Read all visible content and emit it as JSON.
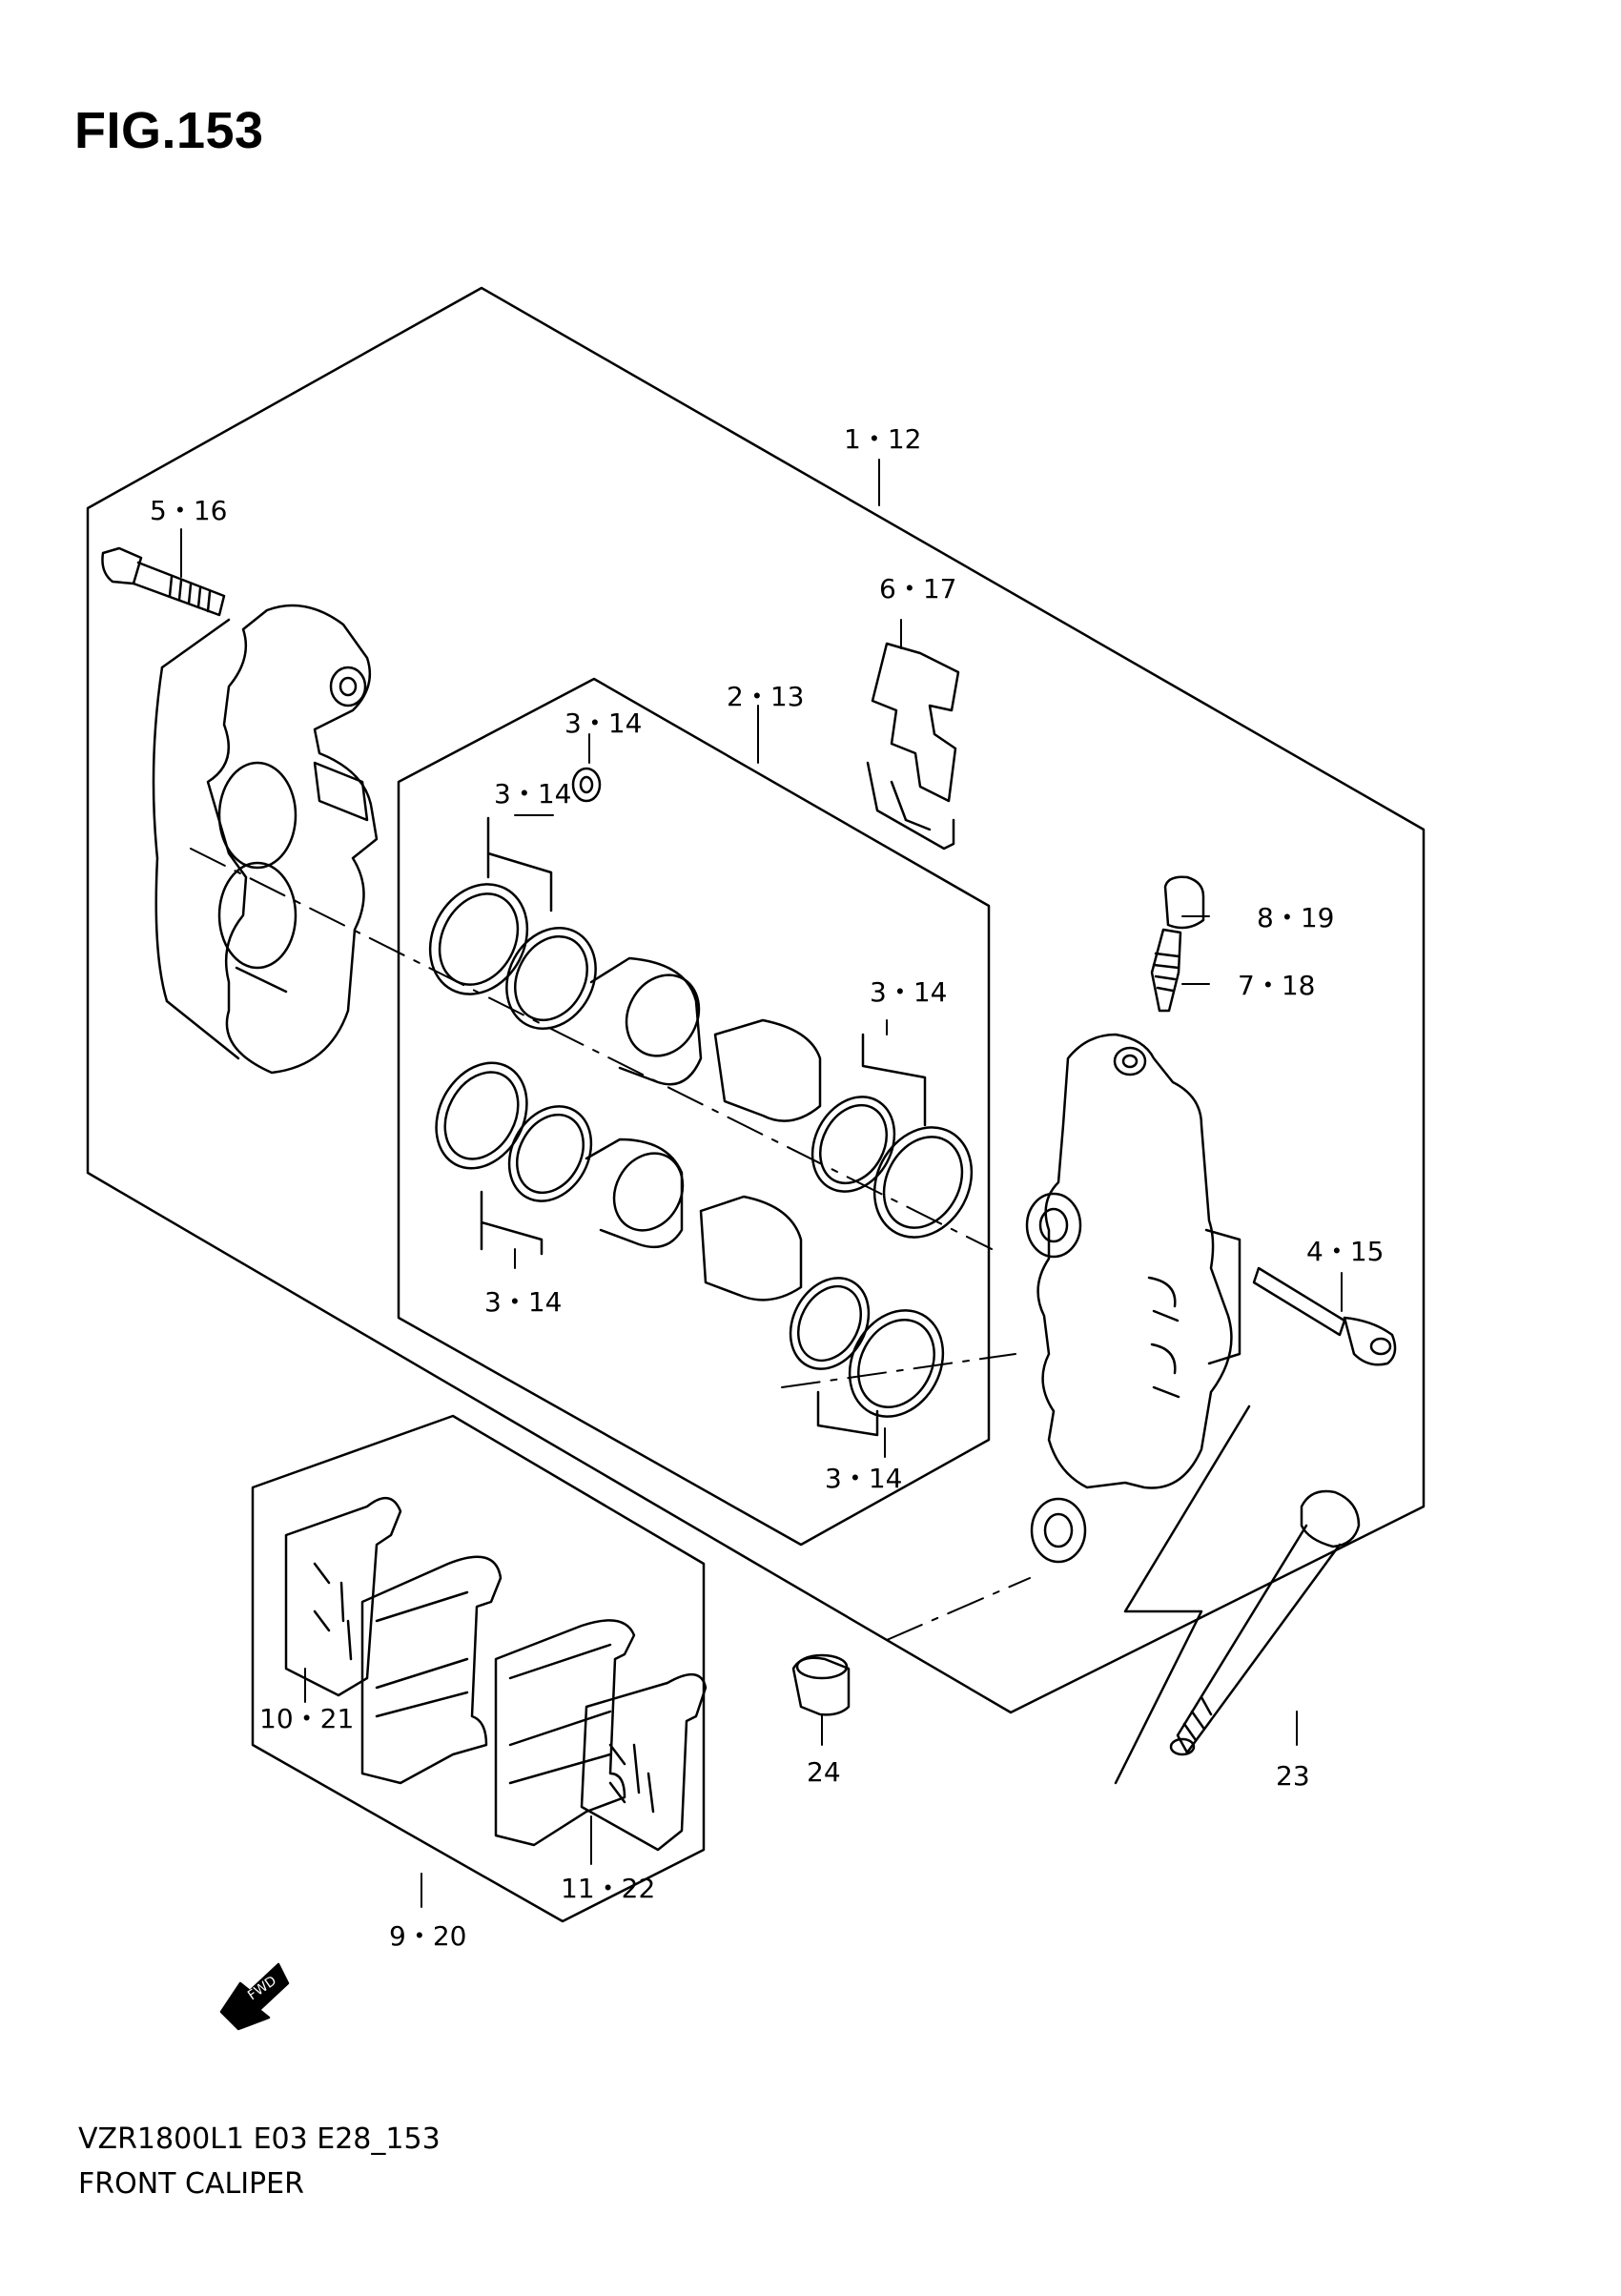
{
  "figure": {
    "title": "FIG.153"
  },
  "callouts": [
    {
      "id": "1-12",
      "label": "1・12"
    },
    {
      "id": "2-13",
      "label": "2・13"
    },
    {
      "id": "3-14-a",
      "label": "3・14"
    },
    {
      "id": "3-14-b",
      "label": "3・14"
    },
    {
      "id": "3-14-c",
      "label": "3・14"
    },
    {
      "id": "3-14-d",
      "label": "3・14"
    },
    {
      "id": "3-14-e",
      "label": "3・14"
    },
    {
      "id": "4-15",
      "label": "4・15"
    },
    {
      "id": "5-16",
      "label": "5・16"
    },
    {
      "id": "6-17",
      "label": "6・17"
    },
    {
      "id": "7-18",
      "label": "7・18"
    },
    {
      "id": "8-19",
      "label": "8・19"
    },
    {
      "id": "9-20",
      "label": "9・20"
    },
    {
      "id": "10-21",
      "label": "10・21"
    },
    {
      "id": "11-22",
      "label": "11・22"
    },
    {
      "id": "23",
      "label": "23"
    },
    {
      "id": "24",
      "label": "24"
    }
  ],
  "fwd_arrow": {
    "label": "FWD"
  },
  "footer": {
    "code": "VZR1800L1 E03 E28_153",
    "name": "FRONT CALIPER"
  }
}
